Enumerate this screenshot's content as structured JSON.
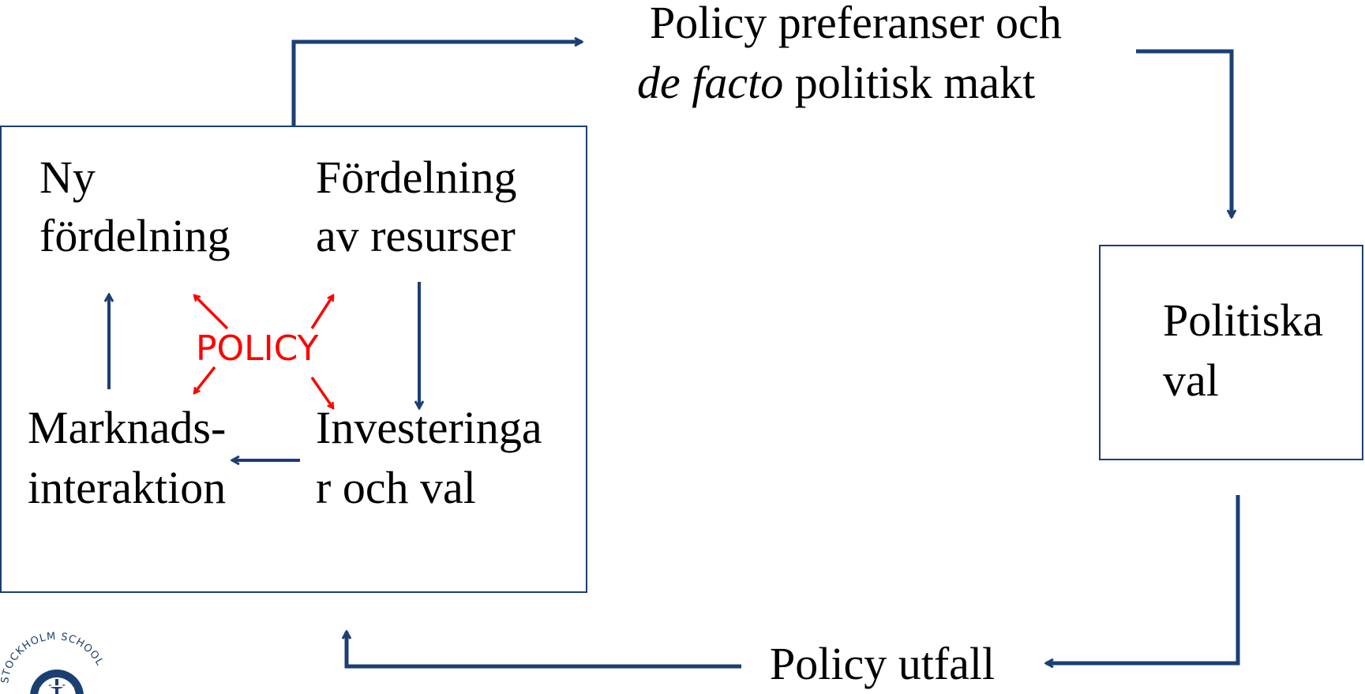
{
  "colors": {
    "arrow": "#1b3f73",
    "box": "#1b3f73",
    "policy": "#ff0000"
  },
  "top_label_line1": "Policy preferanser och",
  "top_label_line2_italic": "de facto",
  "top_label_line2_rest": " politisk makt",
  "inner": {
    "ny_line1": "Ny",
    "ny_line2": "fördelning",
    "fordelning_line1": "Fördelning",
    "fordelning_line2": "av resurser",
    "marknads_line1": "Marknads-",
    "marknads_line2": "interaktion",
    "invest_line1": "Investeringa",
    "invest_line2": "r och val",
    "policy": "POLICY"
  },
  "right_box_line1": "Politiska",
  "right_box_line2": "val",
  "bottom_label": "Policy utfall",
  "logo_text": "STOCKHOLM SCHOOL"
}
